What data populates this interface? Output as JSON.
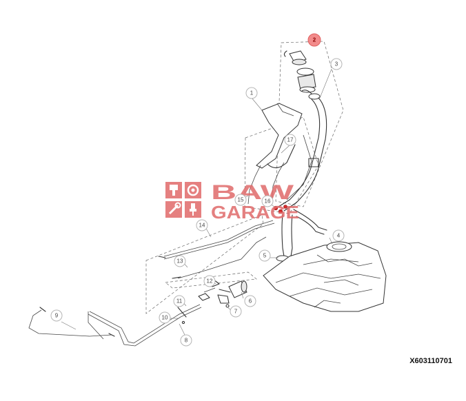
{
  "diagram": {
    "callouts": [
      {
        "id": "1",
        "label": "1"
      },
      {
        "id": "2",
        "label": "2",
        "highlight": true
      },
      {
        "id": "3",
        "label": "3"
      },
      {
        "id": "4",
        "label": "4"
      },
      {
        "id": "5",
        "label": "5"
      },
      {
        "id": "6",
        "label": "6"
      },
      {
        "id": "7",
        "label": "7"
      },
      {
        "id": "8",
        "label": "8"
      },
      {
        "id": "9",
        "label": "9"
      },
      {
        "id": "10",
        "label": "10"
      },
      {
        "id": "11",
        "label": "11"
      },
      {
        "id": "12",
        "label": "12"
      },
      {
        "id": "13",
        "label": "13"
      },
      {
        "id": "14",
        "label": "14"
      },
      {
        "id": "15",
        "label": "15"
      },
      {
        "id": "16",
        "label": "16"
      },
      {
        "id": "17",
        "label": "17"
      }
    ],
    "highlight_color": "#f28b8b",
    "reference_code": "X603110701"
  },
  "watermark": {
    "line1": "BAW",
    "line2": "GARAGE",
    "color": "#e06a6a",
    "icons": [
      "piston-icon",
      "gear-icon",
      "wrench-icon",
      "spark-plug-icon"
    ]
  }
}
